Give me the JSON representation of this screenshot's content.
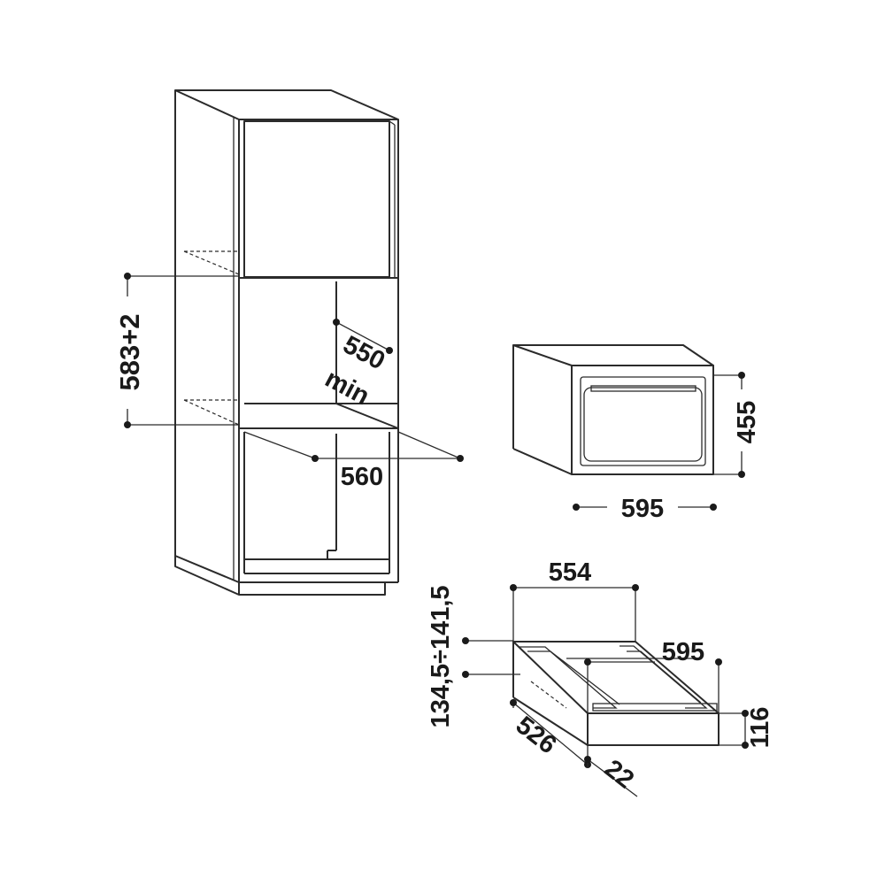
{
  "dimensions": {
    "niche_height": "583+2",
    "niche_depth": "550",
    "niche_depth_note": "min",
    "niche_width": "560",
    "oven_height": "455",
    "oven_width": "595",
    "drawer_inner_width": "554",
    "drawer_height_range": "134,5÷141,5",
    "drawer_width": "595",
    "drawer_height": "116",
    "drawer_depth": "526",
    "drawer_front_thickness": "22"
  }
}
